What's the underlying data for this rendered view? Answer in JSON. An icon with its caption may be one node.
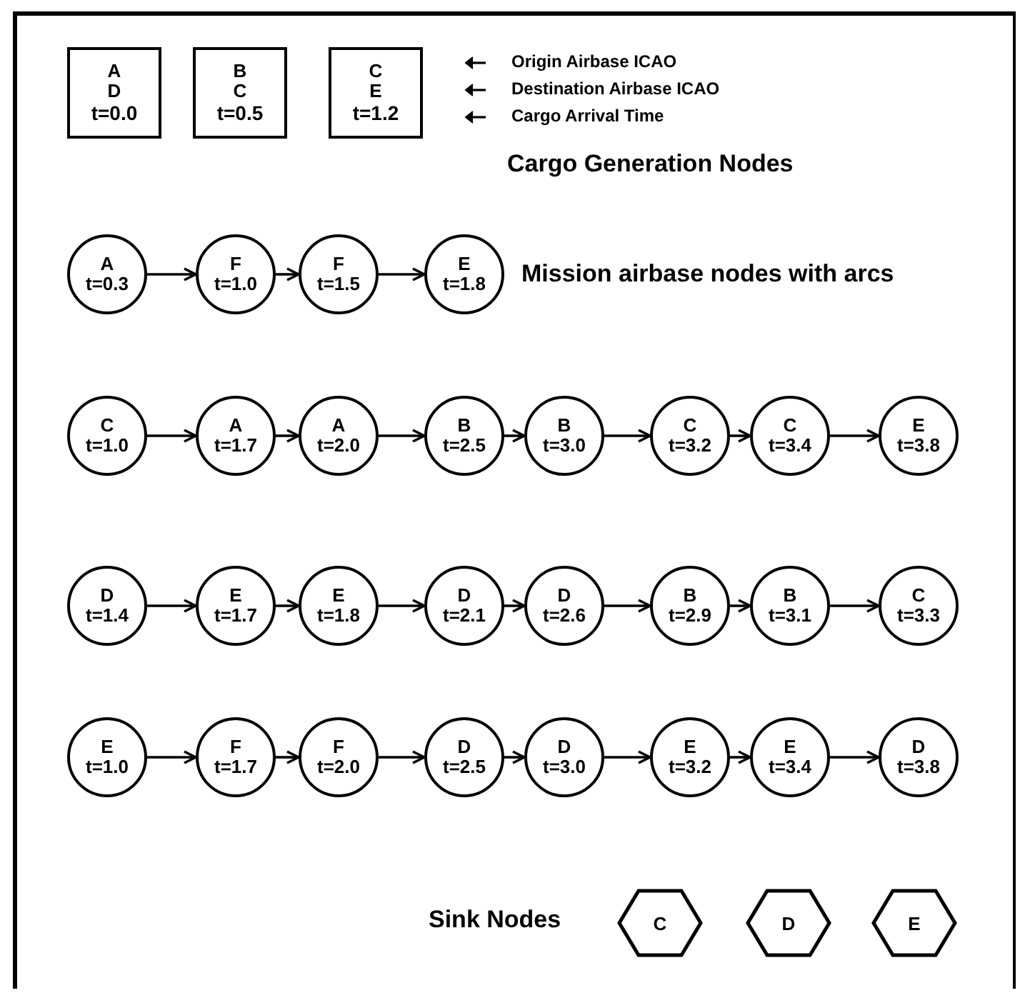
{
  "diagram": {
    "nodes": [
      {
        "text": [
          "A",
          "D",
          "t=0.0"
        ]
      },
      {
        "text": [
          "B",
          "C",
          "t=0.5"
        ]
      },
      {
        "text": [
          "C",
          "E",
          "t=1.2"
        ]
      },
      {
        "text": [
          "A",
          "t=0.3"
        ]
      },
      {
        "text": [
          "F",
          "t=1.0"
        ]
      },
      {
        "text": [
          "F",
          "t=1.5"
        ]
      },
      {
        "text": [
          "E",
          "t=1.8"
        ]
      },
      {
        "text": [
          "C",
          "t=1.0"
        ]
      },
      {
        "text": [
          "A",
          "t=1.7"
        ]
      },
      {
        "text": [
          "A",
          "t=2.0"
        ]
      },
      {
        "text": [
          "B",
          "t=2.5"
        ]
      },
      {
        "text": [
          "B",
          "t=3.0"
        ]
      },
      {
        "text": [
          "C",
          "t=3.2"
        ]
      },
      {
        "text": [
          "C",
          "t=3.4"
        ]
      },
      {
        "text": [
          "E",
          "t=3.8"
        ]
      },
      {
        "text": [
          "D",
          "t=1.4"
        ]
      },
      {
        "text": [
          "E",
          "t=1.7"
        ]
      },
      {
        "text": [
          "E",
          "t=1.8"
        ]
      },
      {
        "text": [
          "D",
          "t=2.1"
        ]
      },
      {
        "text": [
          "D",
          "t=2.6"
        ]
      },
      {
        "text": [
          "B",
          "t=2.9"
        ]
      },
      {
        "text": [
          "B",
          "t=3.1"
        ]
      },
      {
        "text": [
          "C",
          "t=3.3"
        ]
      },
      {
        "text": [
          "E",
          "t=1.0"
        ]
      },
      {
        "text": [
          "F",
          "t=1.7"
        ]
      },
      {
        "text": [
          "F",
          "t=2.0"
        ]
      },
      {
        "text": [
          "D",
          "t=2.5"
        ]
      },
      {
        "text": [
          "D",
          "t=3.0"
        ]
      },
      {
        "text": [
          "E",
          "t=3.2"
        ]
      },
      {
        "text": [
          "E",
          "t=3.4"
        ]
      },
      {
        "text": [
          "D",
          "t=3.8"
        ]
      },
      {
        "text": [
          "C"
        ]
      },
      {
        "text": [
          "D"
        ]
      },
      {
        "text": [
          "E"
        ]
      }
    ],
    "edges": [
      {
        "from": 3,
        "to": 4,
        "arrow": "to"
      },
      {
        "from": 4,
        "to": 5,
        "arrow": "to"
      },
      {
        "from": 5,
        "to": 6,
        "arrow": "to"
      },
      {
        "from": 7,
        "to": 8,
        "arrow": "to"
      },
      {
        "from": 8,
        "to": 9,
        "arrow": "to"
      },
      {
        "from": 9,
        "to": 10,
        "arrow": "to"
      },
      {
        "from": 10,
        "to": 11,
        "arrow": "to"
      },
      {
        "from": 11,
        "to": 12,
        "arrow": "to"
      },
      {
        "from": 12,
        "to": 13,
        "arrow": "to"
      },
      {
        "from": 13,
        "to": 14,
        "arrow": "to"
      },
      {
        "from": 15,
        "to": 16,
        "arrow": "to"
      },
      {
        "from": 16,
        "to": 17,
        "arrow": "to"
      },
      {
        "from": 17,
        "to": 18,
        "arrow": "to"
      },
      {
        "from": 18,
        "to": 19,
        "arrow": "to"
      },
      {
        "from": 19,
        "to": 20,
        "arrow": "to"
      },
      {
        "from": 20,
        "to": 21,
        "arrow": "to"
      },
      {
        "from": 21,
        "to": 22,
        "arrow": "to"
      },
      {
        "from": 23,
        "to": 24,
        "arrow": "to"
      },
      {
        "from": 24,
        "to": 25,
        "arrow": "to"
      },
      {
        "from": 25,
        "to": 26,
        "arrow": "to"
      },
      {
        "from": 26,
        "to": 27,
        "arrow": "to"
      },
      {
        "from": 27,
        "to": 28,
        "arrow": "to"
      },
      {
        "from": 28,
        "to": 29,
        "arrow": "to"
      },
      {
        "from": 29,
        "to": 30,
        "arrow": "to"
      }
    ],
    "labels": [
      "Origin Airbase ICAO",
      "Destination Airbase ICAO",
      "Cargo Arrival Time",
      "Cargo Generation Nodes",
      "Mission airbase nodes with arcs",
      "Sink Nodes"
    ]
  }
}
